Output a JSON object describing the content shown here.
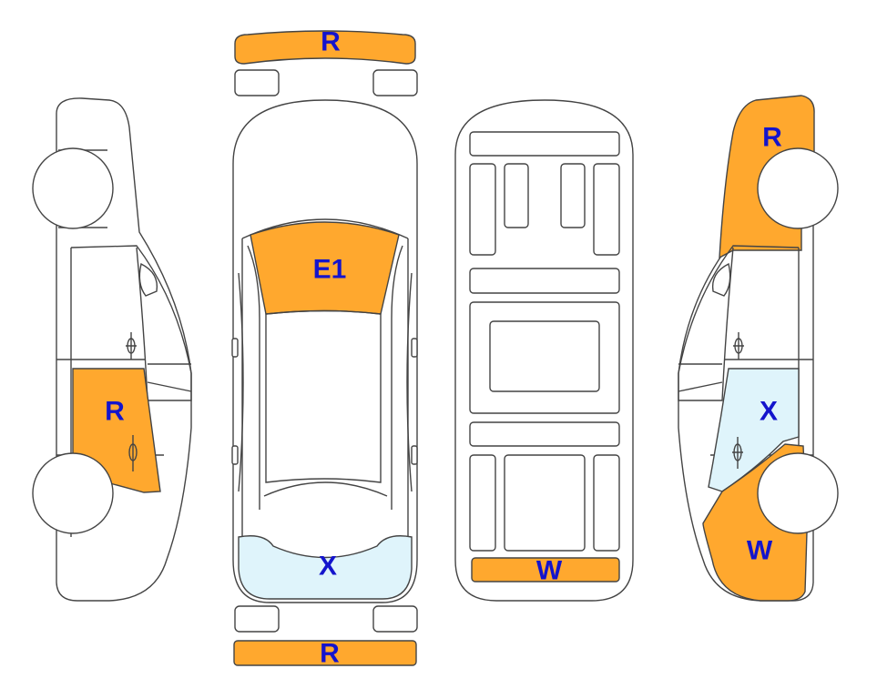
{
  "colors": {
    "damage_fill": "#FFA82E",
    "glass_fill": "#DFF4FB",
    "label_color": "#1414CC",
    "outline": "#444444"
  },
  "labels": {
    "front_bumper": "R",
    "windshield": "E1",
    "rear_window": "X",
    "rear_bumper": "R",
    "floor_rear_panel": "W",
    "left_rear_door": "R",
    "right_front_fender": "R",
    "right_rear_door_window": "X",
    "right_rear_quarter": "W"
  }
}
